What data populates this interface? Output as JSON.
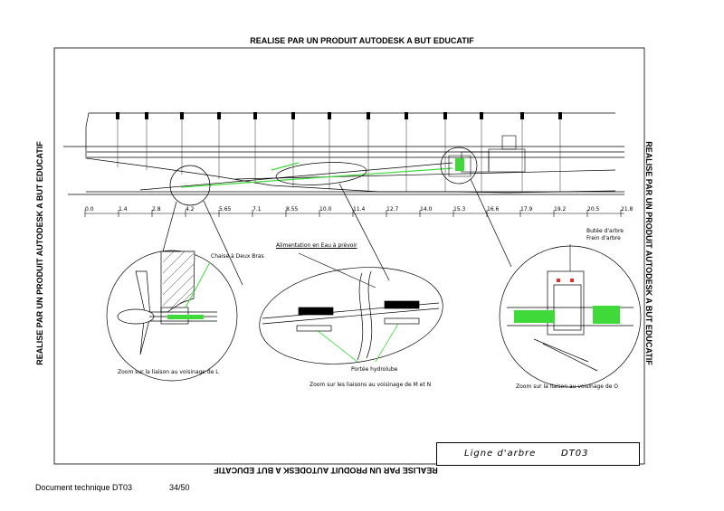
{
  "stamps": {
    "top": "REALISE PAR UN PRODUIT AUTODESK A BUT EDUCATIF",
    "bottom": "REALISE PAR UN PRODUIT AUTODESK A BUT EDUCATIF",
    "left": "REALISE PAR UN PRODUIT AUTODESK A BUT EDUCATIF",
    "right": "REALISE PAR UN PRODUIT AUTODESK A BUT EDUCATIF"
  },
  "footer": {
    "document": "Document technique DT03",
    "page": "34/50"
  },
  "title_block": {
    "name": "Ligne d'arbre",
    "code": "DT03"
  },
  "scale_ticks": [
    "0.0",
    "1.4",
    "2.8",
    "4.2",
    "5.65",
    "7.1",
    "8.55",
    "10.0",
    "11.4",
    "12.7",
    "14.0",
    "15.3",
    "16.6",
    "17.9",
    "19.2",
    "20.5",
    "21.8"
  ],
  "detail_left": {
    "part_label": "Chaise à Deux Bras",
    "caption": "Zoom sur la liaison au voisinage de L"
  },
  "detail_center": {
    "top_label": "Alimentation en Eau à prévoir",
    "bottom_label": "Portée hydrolube",
    "caption": "Zoom sur les liaisons au voisinage de M et N"
  },
  "detail_right": {
    "label_1": "Butée d'arbre",
    "label_2": "Frein d'arbre",
    "caption": "Zoom sur la liaison au voisinage de O"
  },
  "colors": {
    "line": "#000000",
    "highlight": "#3fd93a"
  }
}
